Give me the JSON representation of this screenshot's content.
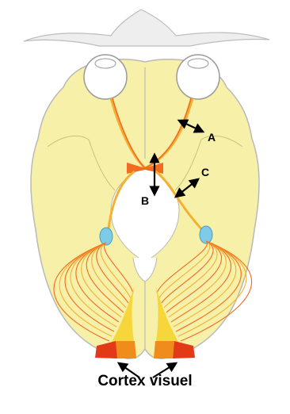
{
  "diagram": {
    "labels": {
      "a": "A",
      "b": "B",
      "c": "C",
      "caption": "Cortex visuel"
    },
    "colors": {
      "brain_fill": "#f7f0a8",
      "brain_outline": "#b9b9b9",
      "nerve_orange": "#f26b1f",
      "nerve_yellow": "#f2b133",
      "lgn_blue": "#7ecbe8",
      "cortex_red": "#e23a16",
      "cortex_orange": "#f08c1c",
      "cortex_yellow": "#f6d63a",
      "arrow": "#000000"
    },
    "icons": {
      "eye": "eyeball-icon",
      "arrow": "double-headed-arrow-icon"
    }
  }
}
